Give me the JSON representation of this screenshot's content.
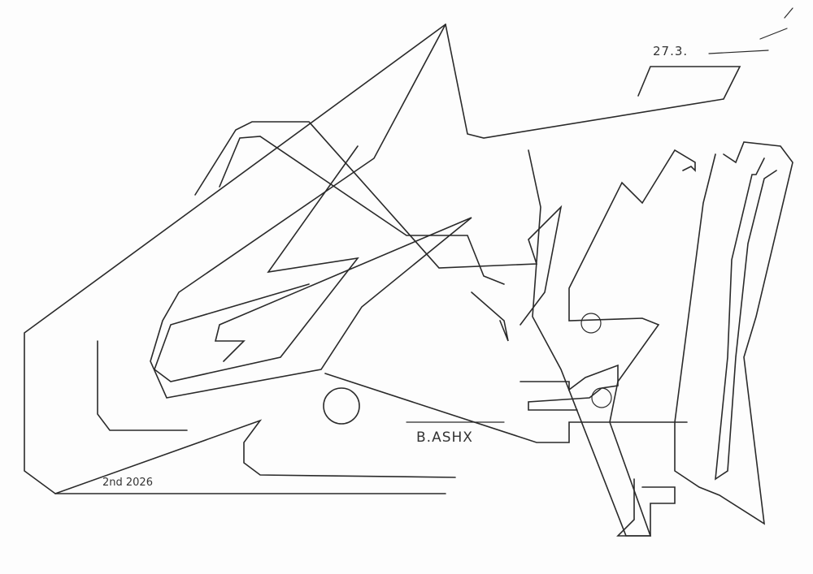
{
  "drawing": {
    "date_top": "27.3.",
    "signature": "B.ASHX",
    "date_bottom": "2nd 2026",
    "stroke_color": "#2a2a2a",
    "paper_color": "#fdfdfd"
  }
}
